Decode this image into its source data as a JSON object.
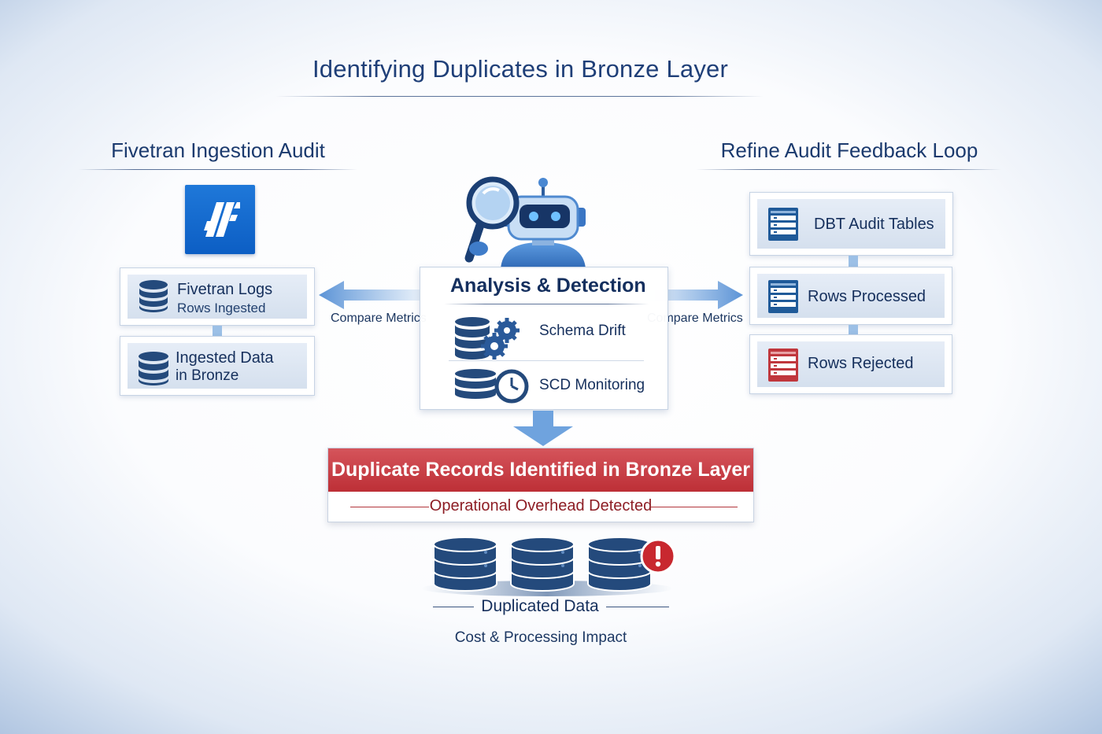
{
  "title": "Identifying Duplicates in Bronze Layer",
  "left": {
    "title": "Fivetran Ingestion Audit",
    "logo": "fivetran-logo",
    "cards": [
      {
        "icon": "database-icon",
        "label": "Fivetran Logs",
        "sublabel": "Rows Ingested"
      },
      {
        "icon": "database-icon",
        "label": "Ingested Data",
        "sublabel": "in Bronze"
      }
    ]
  },
  "center": {
    "icon": "robot-magnifier-icon",
    "title": "Analysis & Detection",
    "left_arrow_label": "Compare Metrics",
    "right_arrow_label": "Compare Metrics",
    "items": [
      {
        "icon": "database-gears-icon",
        "label": "Schema Drift"
      },
      {
        "icon": "database-clock-icon",
        "label": "SCD Monitoring"
      }
    ]
  },
  "right": {
    "title": "Refine Audit Feedback Loop",
    "cards": [
      {
        "icon": "table-icon",
        "label": "DBT Audit Tables",
        "accent": "#1f5a99"
      },
      {
        "icon": "table-icon",
        "label": "Rows Processed",
        "accent": "#1f5a99"
      },
      {
        "icon": "table-icon",
        "label": "Rows Rejected",
        "accent": "#c0373d"
      }
    ]
  },
  "alert": {
    "title": "Duplicate Records Identified in Bronze Layer",
    "subtitle": "Operational Overhead Detected",
    "color": "#c83a41"
  },
  "bottom": {
    "icon": "duplicated-databases-icon",
    "label": "Duplicated Data",
    "caption": "Cost & Processing Impact"
  },
  "colors": {
    "navy": "#1f3f78",
    "db_blue": "#244a7c",
    "arrow_blue": "#6fa3de",
    "alert_red": "#c83a41"
  }
}
